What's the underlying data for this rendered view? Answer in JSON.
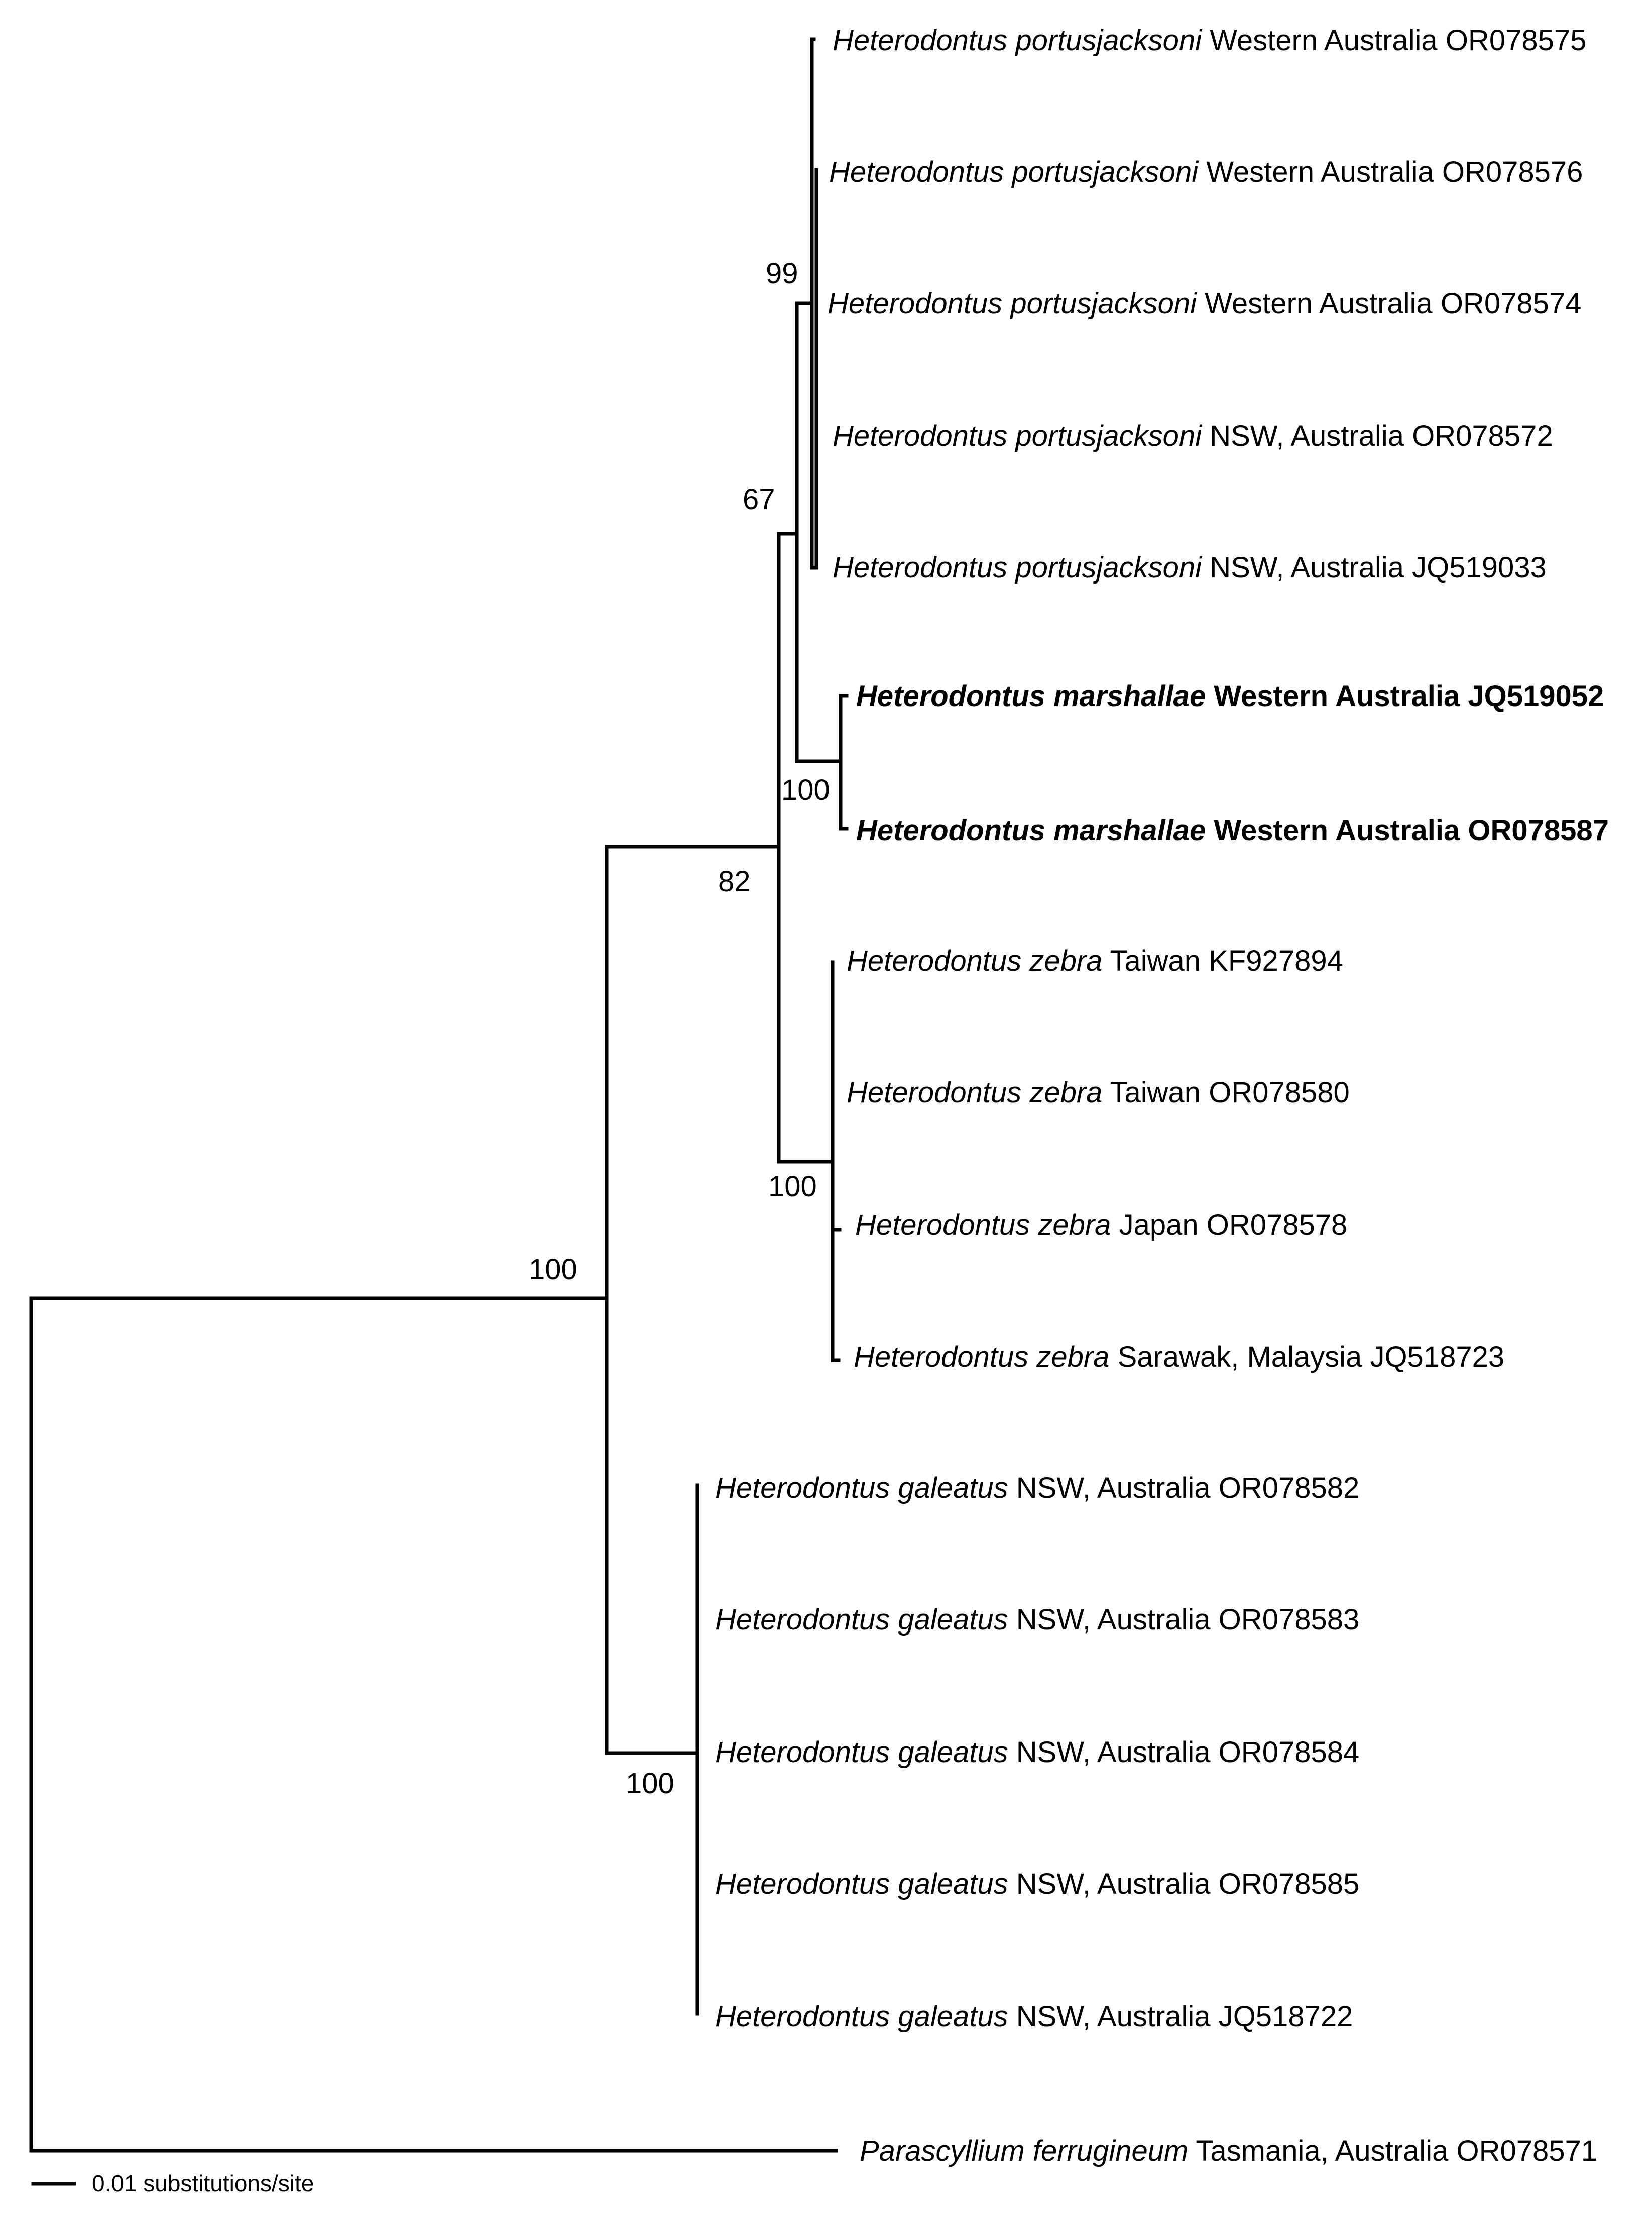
{
  "tree": {
    "taxa": [
      {
        "genus_species": "Heterodontus portusjacksoni",
        "locality": "Western Australia",
        "accession": "OR078575",
        "bold": false
      },
      {
        "genus_species": "Heterodontus portusjacksoni",
        "locality": "Western Australia",
        "accession": "OR078576",
        "bold": false
      },
      {
        "genus_species": "Heterodontus portusjacksoni",
        "locality": "Western Australia",
        "accession": "OR078574",
        "bold": false
      },
      {
        "genus_species": "Heterodontus portusjacksoni",
        "locality": "NSW, Australia",
        "accession": "OR078572",
        "bold": false
      },
      {
        "genus_species": "Heterodontus portusjacksoni",
        "locality": "NSW, Australia",
        "accession": "JQ519033",
        "bold": false
      },
      {
        "genus_species": "Heterodontus marshallae",
        "locality": "Western Australia",
        "accession": "JQ519052",
        "bold": true
      },
      {
        "genus_species": "Heterodontus marshallae",
        "locality": "Western Australia",
        "accession": "OR078587",
        "bold": true
      },
      {
        "genus_species": "Heterodontus zebra",
        "locality": "Taiwan",
        "accession": "KF927894",
        "bold": false
      },
      {
        "genus_species": "Heterodontus zebra",
        "locality": "Taiwan",
        "accession": "OR078580",
        "bold": false
      },
      {
        "genus_species": "Heterodontus zebra",
        "locality": "Japan",
        "accession": "OR078578",
        "bold": false
      },
      {
        "genus_species": "Heterodontus zebra",
        "locality": "Sarawak, Malaysia",
        "accession": "JQ518723",
        "bold": false
      },
      {
        "genus_species": "Heterodontus galeatus",
        "locality": "NSW, Australia",
        "accession": "OR078582",
        "bold": false
      },
      {
        "genus_species": "Heterodontus galeatus",
        "locality": "NSW, Australia",
        "accession": "OR078583",
        "bold": false
      },
      {
        "genus_species": "Heterodontus galeatus",
        "locality": "NSW, Australia",
        "accession": "OR078584",
        "bold": false
      },
      {
        "genus_species": "Heterodontus galeatus",
        "locality": "NSW, Australia",
        "accession": "OR078585",
        "bold": false
      },
      {
        "genus_species": "Heterodontus galeatus",
        "locality": "NSW, Australia",
        "accession": "JQ518722",
        "bold": false
      },
      {
        "genus_species": "Parascyllium ferrugineum",
        "locality": "Tasmania, Australia",
        "accession": "OR078571",
        "bold": false
      }
    ],
    "support_values": {
      "portusjacksoni_clade": "99",
      "portusjacksoni_marshallae": "67",
      "marshallae_clade": "100",
      "zebra_clade": "100",
      "ingroup_core": "82",
      "heterodontus_genus": "100",
      "galeatus_clade": "100"
    },
    "scale_bar": {
      "label": "0.01 substitutions/site"
    }
  }
}
